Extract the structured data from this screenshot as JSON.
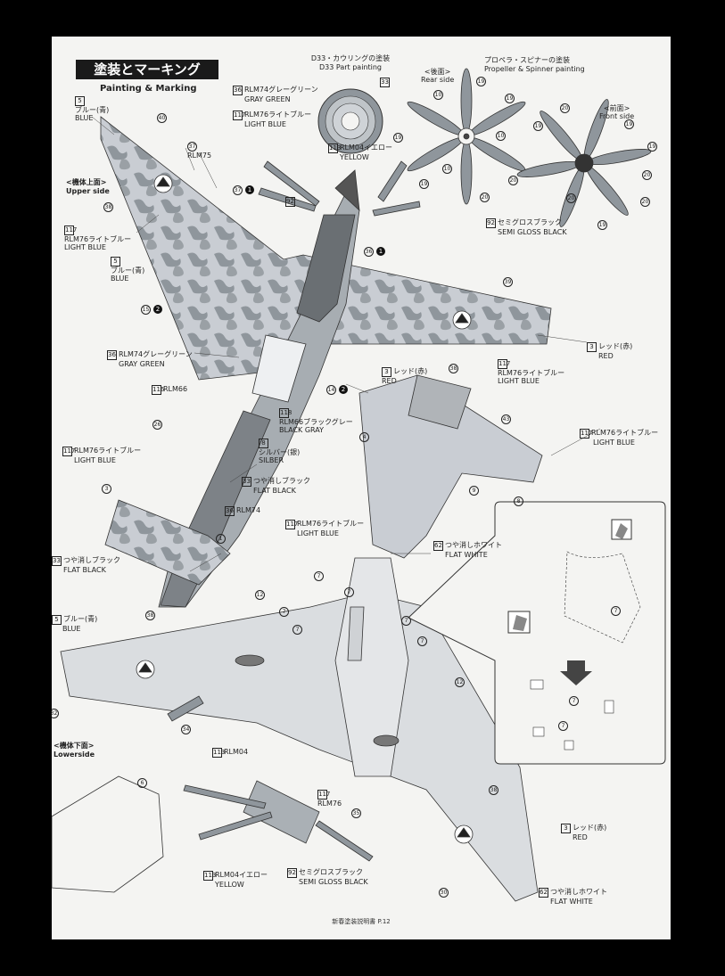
{
  "header": {
    "title_jp": "塗装とマーキング",
    "title_en": "Painting & Marking"
  },
  "sections": {
    "upper_jp": "<機体上面>",
    "upper_en": "Upper side",
    "lower_jp": "<機体下面>",
    "lower_en": "Lowerside",
    "d33_jp": "D33・カウリングの塗装",
    "d33_en": "D33 Part painting",
    "prop_jp": "プロペラ・スピナーの塗装",
    "prop_en": "Propeller & Spinner painting",
    "rear_jp": "<後面>",
    "rear_en": "Rear side",
    "front_jp": "<前面>",
    "front_en": "Front side"
  },
  "labels": {
    "l5a": {
      "num": "5",
      "jp": "ブルー(青)",
      "en": "BLUE"
    },
    "l40": {
      "num": "40"
    },
    "l37": {
      "num": "37",
      "en": "RLM75"
    },
    "l38a": {
      "num": "38"
    },
    "l117a": {
      "num": "117",
      "jp": "RLM76ライトブルー",
      "en": "LIGHT BLUE"
    },
    "l5b": {
      "num": "5",
      "jp": "ブルー(青)",
      "en": "BLUE"
    },
    "l15": {
      "num": "15",
      "mark": "2"
    },
    "l36a": {
      "num": "36",
      "jp": "RLM74グレーグリーン",
      "en": "GRAY GREEN"
    },
    "l116": {
      "num": "116",
      "en": "RLM66"
    },
    "l37b": {
      "num": "37",
      "mark": "1"
    },
    "l92a": {
      "num": "92"
    },
    "l36b": {
      "num": "36",
      "mark": "1"
    },
    "l39": {
      "num": "39"
    },
    "l3a": {
      "num": "3",
      "jp": "レッド(赤)",
      "en": "RED"
    },
    "l3b": {
      "num": "3",
      "jp": "レッド(赤)",
      "en": "RED"
    },
    "l38b": {
      "num": "38"
    },
    "l117b": {
      "num": "117",
      "jp": "RLM76ライトブルー",
      "en": "LIGHT BLUE"
    },
    "l14": {
      "num": "14",
      "mark": "2"
    },
    "l118": {
      "num": "118",
      "jp": "RLM66ブラックグレー",
      "en": "BLACK GRAY"
    },
    "l8a": {
      "num": "8",
      "jp": "シルバー(銀)",
      "en": "SILBER"
    },
    "l4": {
      "num": "4"
    },
    "l43": {
      "num": "43"
    },
    "l117c": {
      "num": "117",
      "jp": "RLM76ライトブルー",
      "en": "LIGHT BLUE"
    },
    "l117d": {
      "num": "117",
      "jp": "RLM76ライトブルー",
      "en": "LIGHT BLUE"
    },
    "l9": {
      "num": "9"
    },
    "l8b": {
      "num": "8"
    },
    "l26": {
      "num": "26"
    },
    "l33a": {
      "num": "33",
      "jp": "つや消しブラック",
      "en": "FLAT BLACK"
    },
    "l3c": {
      "num": "3"
    },
    "l36c": {
      "num": "36",
      "en": "RLM74"
    },
    "l117e": {
      "num": "117",
      "jp": "RLM76ライトブルー",
      "en": "LIGHT BLUE"
    },
    "l1": {
      "num": "1"
    },
    "l62a": {
      "num": "62",
      "jp": "つや消しホワイト",
      "en": "FLAT WHITE"
    },
    "l33b": {
      "num": "33",
      "jp": "つや消しブラック",
      "en": "FLAT BLACK"
    },
    "l7a": {
      "num": "7"
    },
    "l7b": {
      "num": "7"
    },
    "l7c": {
      "num": "7"
    },
    "l7d": {
      "num": "7"
    },
    "l7e": {
      "num": "7"
    },
    "l7f": {
      "num": "7"
    },
    "l5c": {
      "num": "5",
      "jp": "ブルー(青)",
      "en": "BLUE"
    },
    "l38c": {
      "num": "38"
    },
    "l32": {
      "num": "32"
    },
    "l34": {
      "num": "34"
    },
    "l12a": {
      "num": "12"
    },
    "l12b": {
      "num": "12"
    },
    "l113a": {
      "num": "113",
      "en": "RLM04"
    },
    "l6": {
      "num": "6"
    },
    "l117f": {
      "num": "117",
      "en": "RLM76"
    },
    "l35": {
      "num": "35"
    },
    "l38d": {
      "num": "38"
    },
    "l3d": {
      "num": "3",
      "jp": "レッド(赤)",
      "en": "RED"
    },
    "l113b": {
      "num": "113",
      "jp": "RLM04イエロー",
      "en": "YELLOW"
    },
    "l92b": {
      "num": "92",
      "jp": "セミグロスブラック",
      "en": "SEMI GLOSS BLACK"
    },
    "l30": {
      "num": "30"
    },
    "l62b": {
      "num": "62",
      "jp": "つや消しホワイト",
      "en": "FLAT WHITE"
    },
    "d36": {
      "num": "36",
      "jp": "RLM74グレーグリーン",
      "en": "GRAY GREEN"
    },
    "d33": {
      "num": "33"
    },
    "d117": {
      "num": "117",
      "jp": "RLM76ライトブルー",
      "en": "LIGHT BLUE"
    },
    "d113": {
      "num": "113",
      "jp": "RLM04イエロー",
      "en": "YELLOW"
    },
    "p10a": {
      "num": "10"
    },
    "p10b": {
      "num": "10"
    },
    "p10c": {
      "num": "10"
    },
    "p19a": {
      "num": "19"
    },
    "p19b": {
      "num": "19"
    },
    "p19c": {
      "num": "19"
    },
    "p19d": {
      "num": "19"
    },
    "p20a": {
      "num": "20"
    },
    "p20b": {
      "num": "20"
    },
    "p20c": {
      "num": "20"
    },
    "p92": {
      "num": "92",
      "jp": "セミグロスブラック",
      "en": "SEMI GLOSS BLACK"
    },
    "p19e": {
      "num": "19"
    },
    "p20d": {
      "num": "20"
    },
    "p19f": {
      "num": "19"
    },
    "p20e": {
      "num": "20"
    },
    "p19g": {
      "num": "19"
    },
    "p20f": {
      "num": "20"
    },
    "p19h": {
      "num": "19"
    },
    "i7a": {
      "num": "7"
    },
    "i7b": {
      "num": "7"
    },
    "i7c": {
      "num": "7"
    }
  },
  "footer": {
    "text": "新春塗装説明書 P.12"
  }
}
